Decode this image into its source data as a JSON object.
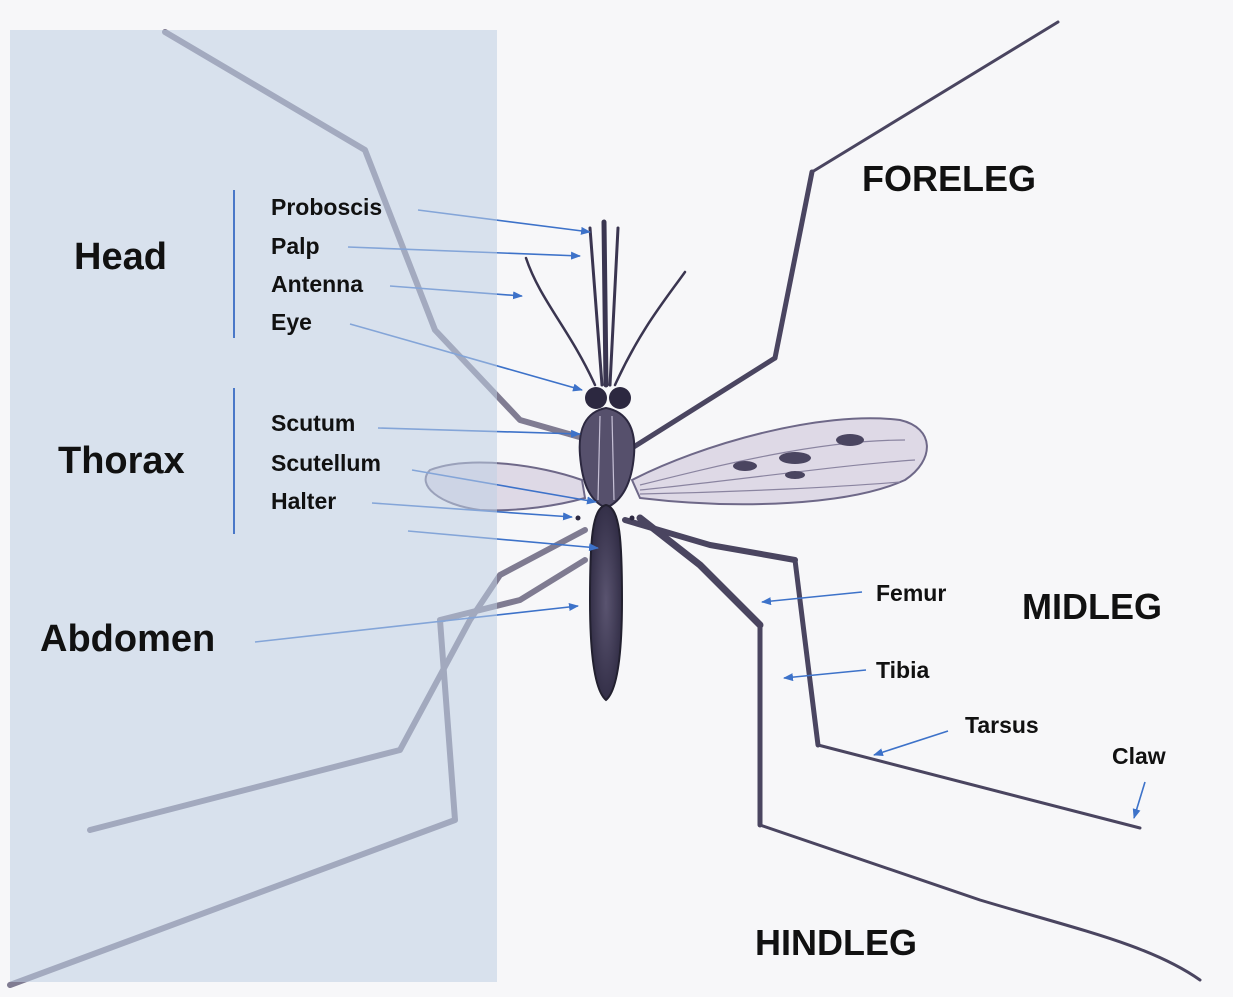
{
  "regions": {
    "head": "Head",
    "thorax": "Thorax",
    "abdomen": "Abdomen"
  },
  "parts": {
    "proboscis": "Proboscis",
    "palp": "Palp",
    "antenna": "Antenna",
    "eye": "Eye",
    "scutum": "Scutum",
    "scutellum": "Scutellum",
    "halter": "Halter"
  },
  "legs": {
    "foreleg": "FORELEG",
    "midleg": "MIDLEG",
    "hindleg": "HINDLEG"
  },
  "leg_parts": {
    "femur": "Femur",
    "tibia": "Tibia",
    "tarsus": "Tarsus",
    "claw": "Claw"
  },
  "colors": {
    "arrow": "#3d72c9",
    "bracket": "#4a78c8",
    "overlay": "#c0cfe4",
    "ink": "#3a3550",
    "wing_tint": "#ded9e6"
  }
}
